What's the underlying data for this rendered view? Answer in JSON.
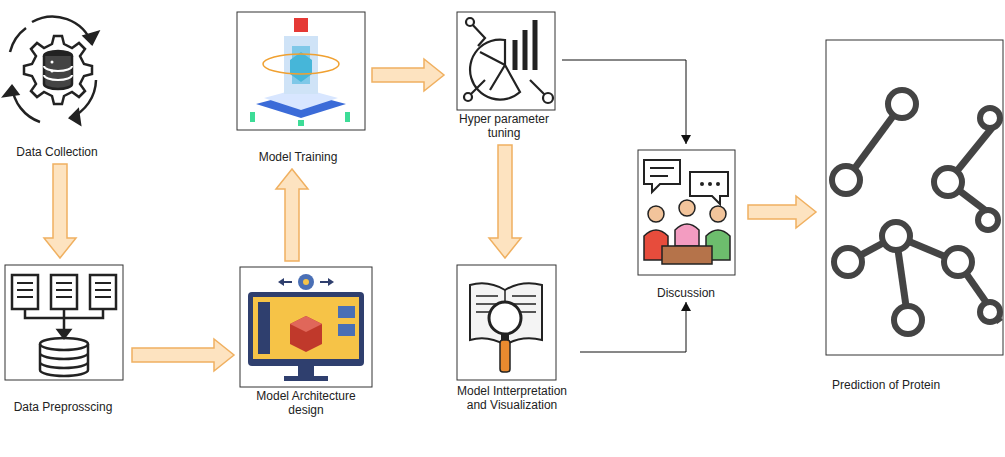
{
  "diagram": {
    "nodes": [
      {
        "text": [
          "Data Collection"
        ]
      },
      {
        "text": [
          "Data Preprosscing"
        ]
      },
      {
        "text": [
          "Model Architecture design"
        ]
      },
      {
        "text": [
          "Model Training"
        ]
      },
      {
        "text": [
          "Hyper parameter tuning"
        ]
      },
      {
        "text": [
          "Model Intterpretation and Visualization"
        ]
      },
      {
        "text": [
          "Discussion"
        ]
      },
      {
        "text": [
          "Prediction of Protein"
        ]
      }
    ],
    "edges": [
      {
        "from": 0,
        "to": 1,
        "arrow": "to"
      },
      {
        "from": 1,
        "to": 2,
        "arrow": "to"
      },
      {
        "from": 2,
        "to": 3,
        "arrow": "to"
      },
      {
        "from": 3,
        "to": 4,
        "arrow": "to"
      },
      {
        "from": 4,
        "to": 5,
        "arrow": "to"
      },
      {
        "from": 4,
        "to": 6,
        "arrow": "to"
      },
      {
        "from": 5,
        "to": 6,
        "arrow": "to"
      },
      {
        "from": 6,
        "to": 7,
        "arrow": "to"
      }
    ]
  }
}
